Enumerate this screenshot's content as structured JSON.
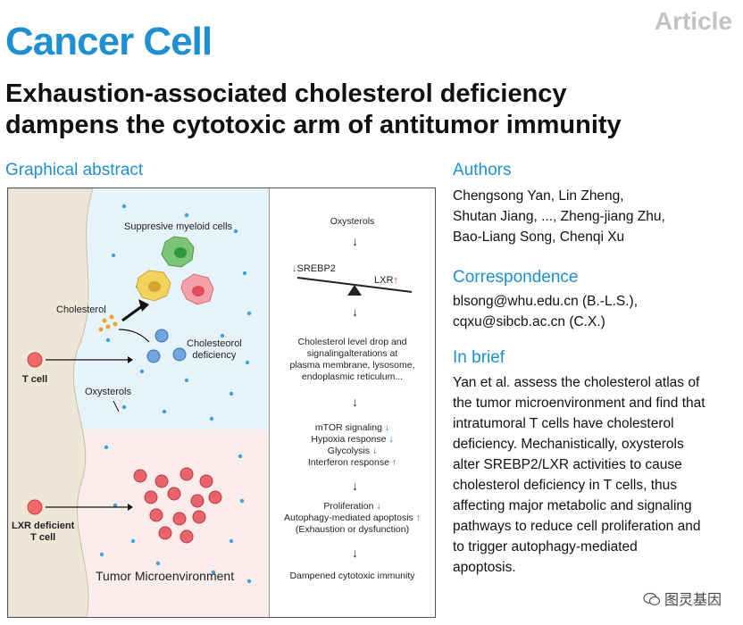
{
  "header": {
    "journal": "Cancer Cell",
    "article_type": "Article"
  },
  "title": {
    "line1": "Exhaustion-associated cholesterol deficiency",
    "line2": "dampens the cytotoxic arm of antitumor immunity"
  },
  "graphical_abstract": {
    "heading": "Graphical abstract",
    "labels": {
      "myeloid": "Suppresive myeloid cells",
      "cholesterol": "Cholesterol",
      "chol_deficiency_1": "Cholesteorol",
      "chol_deficiency_2": "deficiency",
      "tcell": "T cell",
      "oxysterols": "Oxysterols",
      "lxr_deficient_1": "LXR deficient",
      "lxr_deficient_2": "T cell",
      "tme": "Tumor Microenvironment"
    },
    "flow": {
      "oxysterols": "Oxysterols",
      "srebp2": "SREBP2",
      "lxr": "LXR",
      "chol_drop_1": "Cholesterol level drop and",
      "chol_drop_2": "signalingalterations at",
      "chol_drop_3": "plasma membrane, lysosome,",
      "chol_drop_4": "endoplasmic reticulum...",
      "mtor": "mTOR signaling",
      "hypoxia": "Hypoxia response",
      "glycolysis": "Glycolysis",
      "interferon": "Interferon response",
      "proliferation": "Proliferation",
      "autophagy": "Autophagy-mediated apoptosis",
      "exhaustion": "(Exhaustion or dysfunction)",
      "dampened": "Dampened cytotoxic immunity",
      "arrow": "↓",
      "down_mark": "↓",
      "up_mark": "↑"
    }
  },
  "authors": {
    "heading": "Authors",
    "line1": "Chengsong Yan, Lin Zheng,",
    "line2": "Shutan Jiang, ..., Zheng-jiang Zhu,",
    "line3": "Bao-Liang Song, Chenqi Xu"
  },
  "correspondence": {
    "heading": "Correspondence",
    "line1": "blsong@whu.edu.cn (B.-L.S.),",
    "line2": "cqxu@sibcb.ac.cn (C.X.)"
  },
  "in_brief": {
    "heading": "In brief",
    "lines": [
      "Yan et al. assess the cholesterol atlas of",
      "the tumor microenvironment and find that",
      "intratumoral T cells have cholesterol",
      "deficiency. Mechanistically, oxysterols",
      "alter SREBP2/LXR activities to cause",
      "cholesterol deficiency in T cells, thus",
      "affecting major metabolic and signaling",
      "pathways to reduce cell proliferation and",
      "to trigger autophagy-mediated",
      "apoptosis."
    ]
  },
  "watermark": {
    "text": "图灵基因",
    "icon": "wechat-icon"
  },
  "colors": {
    "brand": "#1e8fd0",
    "article_tag": "#c3c3c3",
    "up_arrow": "#e02020",
    "down_arrow": "#2060d0"
  }
}
